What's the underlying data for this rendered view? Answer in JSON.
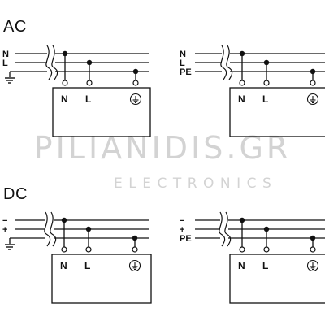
{
  "sections": {
    "ac": {
      "title": "AC"
    },
    "dc": {
      "title": "DC"
    }
  },
  "diagrams": [
    {
      "section": "ac",
      "side": "left",
      "line_labels": [
        "N",
        "L",
        ""
      ],
      "line_gnd_icon": true,
      "terminals": [
        "N",
        "L"
      ],
      "pe_terminal_icon": "ground-icon"
    },
    {
      "section": "ac",
      "side": "right",
      "line_labels": [
        "N",
        "L",
        "PE"
      ],
      "line_gnd_icon": false,
      "terminals": [
        "N",
        "L"
      ],
      "pe_terminal_icon": "ground-icon"
    },
    {
      "section": "dc",
      "side": "left",
      "line_labels": [
        "−",
        "+",
        ""
      ],
      "line_gnd_icon": true,
      "terminals": [
        "N",
        "L"
      ],
      "pe_terminal_icon": "ground-icon"
    },
    {
      "section": "dc",
      "side": "right",
      "line_labels": [
        "−",
        "+",
        "PE"
      ],
      "line_gnd_icon": false,
      "terminals": [
        "N",
        "L"
      ],
      "pe_terminal_icon": "ground-icon"
    }
  ],
  "watermark": {
    "brand": "PILIANIDIS.GR",
    "tagline": "ELECTRONICS"
  },
  "colors": {
    "line": "#111111",
    "watermark": "#d3d3d3"
  }
}
